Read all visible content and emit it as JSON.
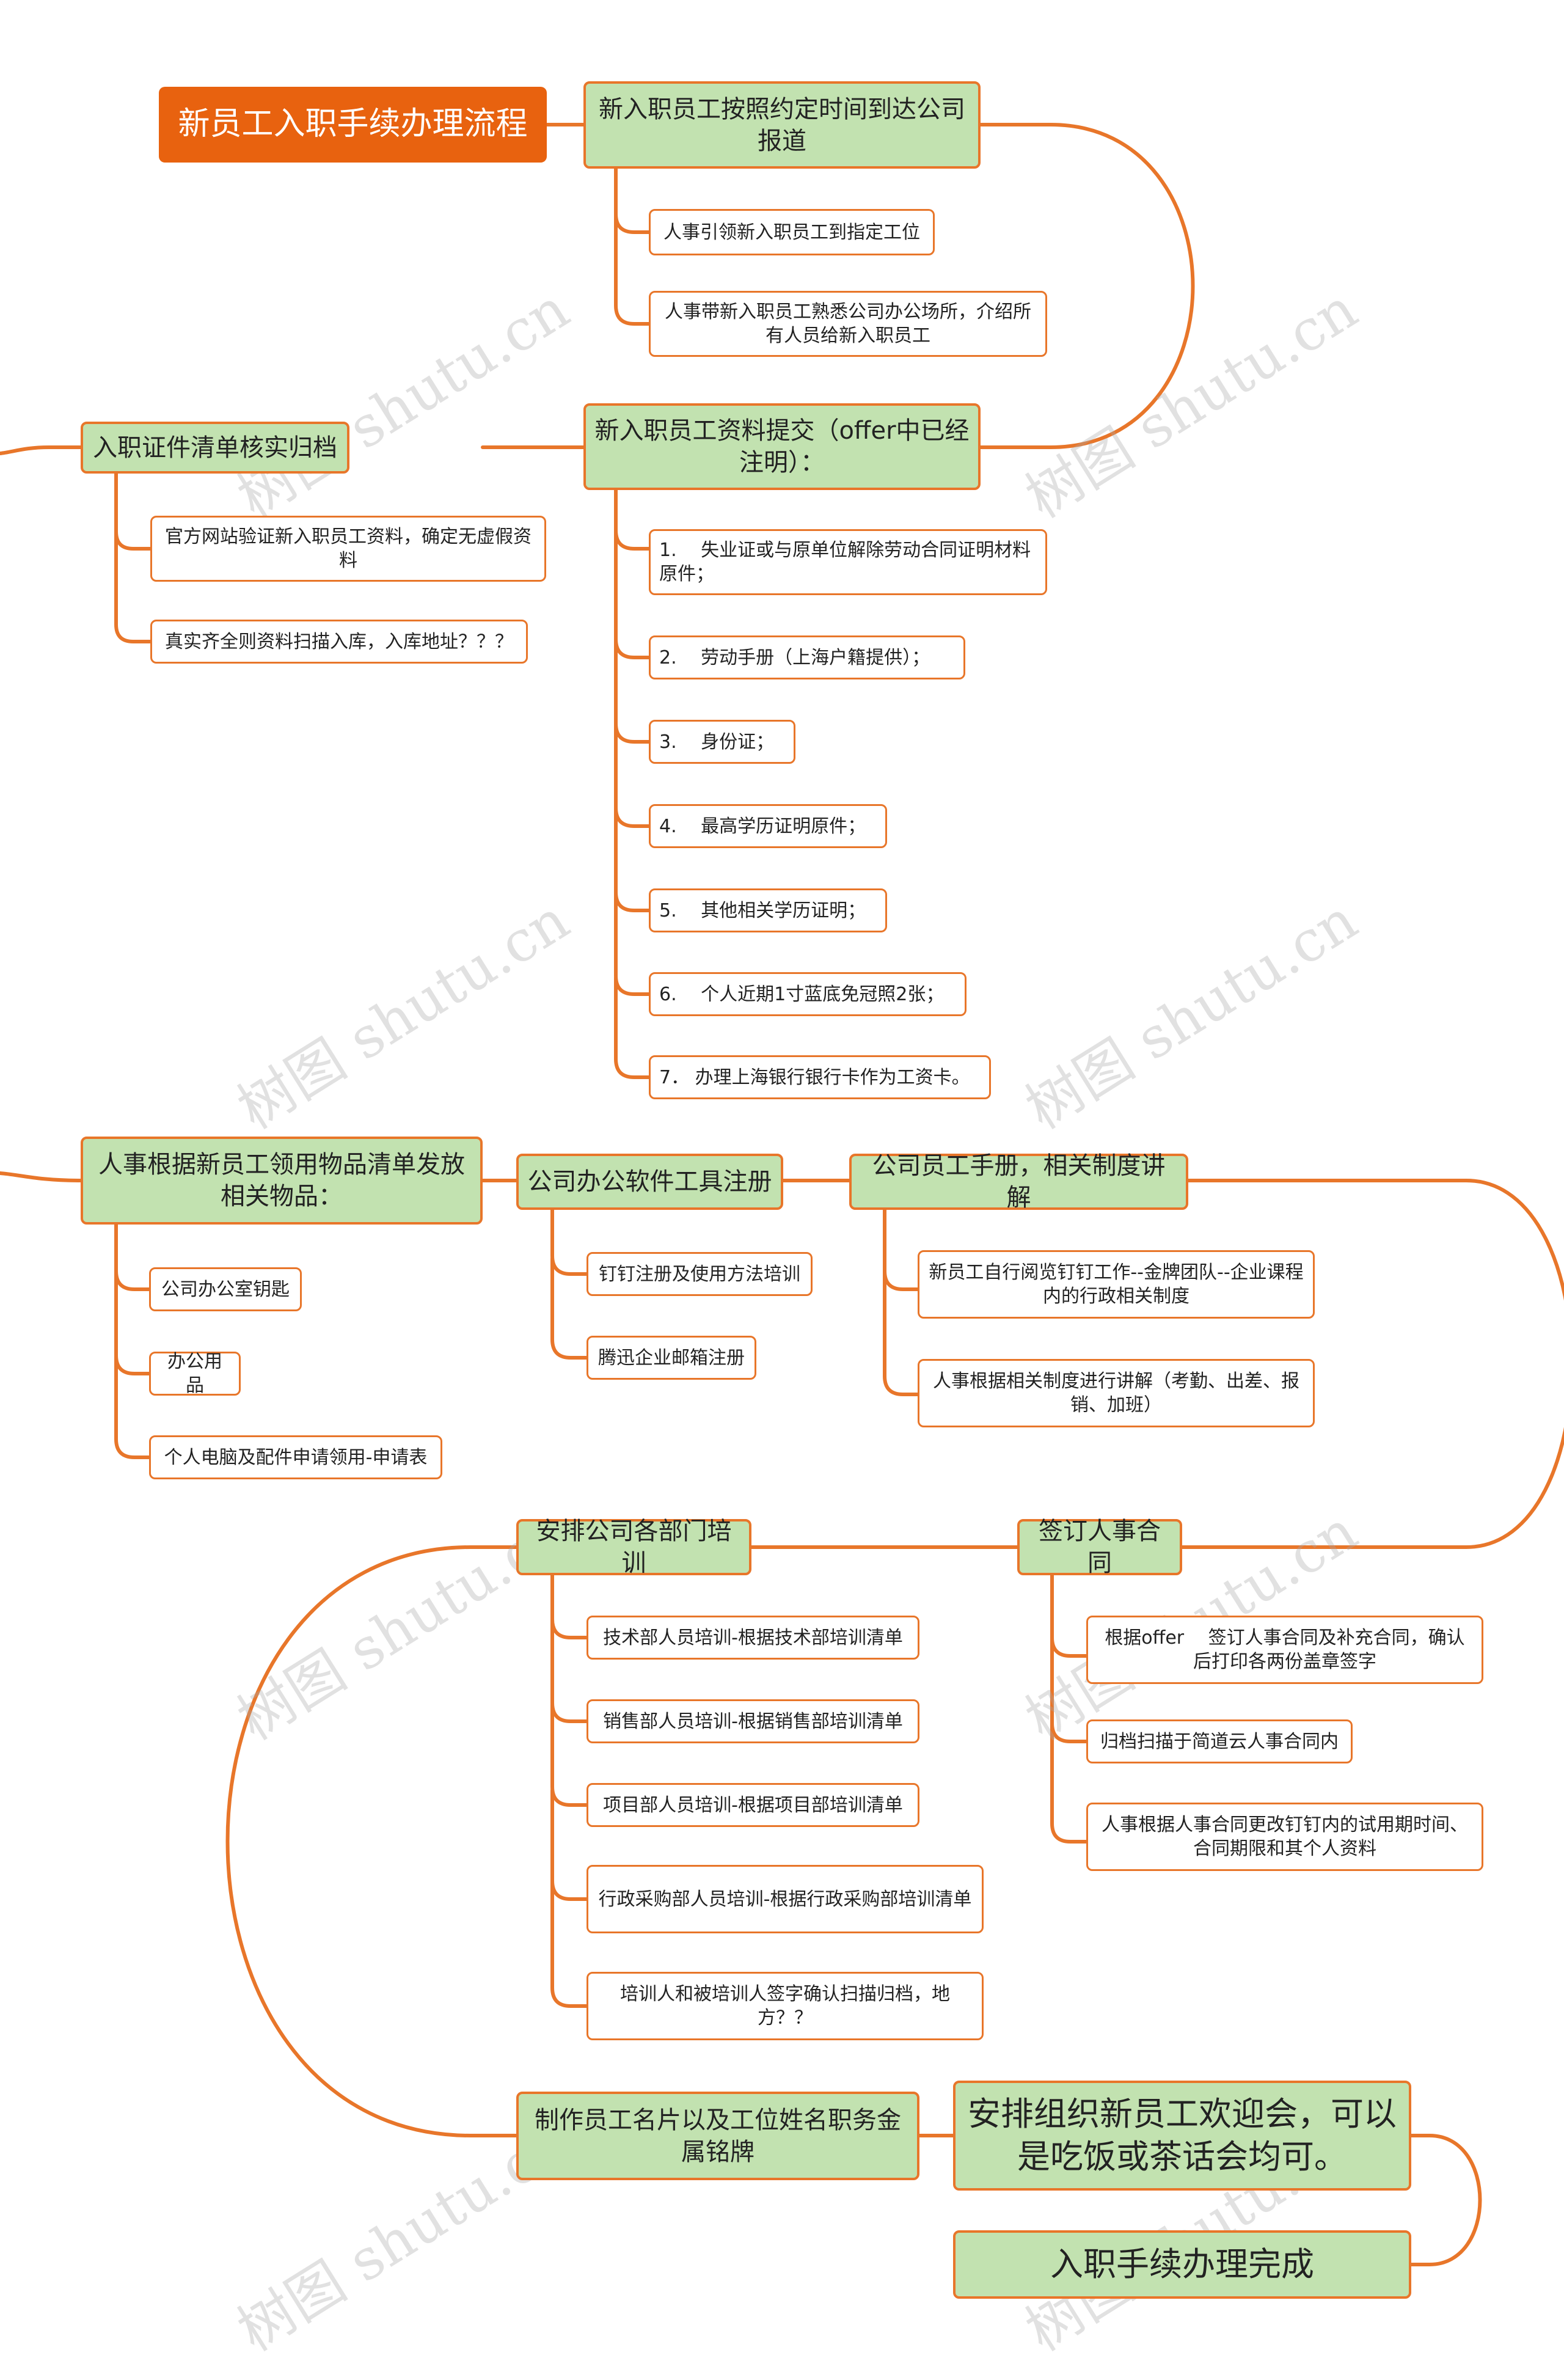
{
  "title": "新员工入职手续办理流程",
  "colors": {
    "accent": "#e8620f",
    "node_fill": "#c2e2b0",
    "line": "#e8762a",
    "text": "#222222"
  },
  "watermark": "树图 shutu.cn",
  "steps": {
    "arrive": {
      "label": "新入职员工按照约定时间到达公司报道",
      "children": [
        "人事引领新入职员工到指定工位",
        "人事带新入职员工熟悉公司办公场所，介绍所有人员给新入职员工"
      ]
    },
    "submit": {
      "label": "新入职员工资料提交（offer中已经注明）：",
      "children": [
        "1.　 失业证或与原单位解除劳动合同证明材料原件；",
        "2.　 劳动手册（上海户籍提供）；",
        "3.　 身份证；",
        "4.　 最高学历证明原件；",
        "5.　 其他相关学历证明；",
        "6.　 个人近期1寸蓝底免冠照2张；",
        "7． 办理上海银行银行卡作为工资卡。"
      ]
    },
    "archive": {
      "label": "入职证件清单核实归档",
      "children": [
        "官方网站验证新入职员工资料，确定无虚假资料",
        "真实齐全则资料扫描入库，入库地址？？？"
      ]
    },
    "supplies": {
      "label": "人事根据新员工领用物品清单发放相关物品：",
      "children": [
        "公司办公室钥匙",
        "办公用品",
        "个人电脑及配件申请领用-申请表"
      ]
    },
    "software": {
      "label": "公司办公软件工具注册",
      "children": [
        "钉钉注册及使用方法培训",
        "腾迅企业邮箱注册"
      ]
    },
    "handbook": {
      "label": "公司员工手册，相关制度讲解",
      "children": [
        "新员工自行阅览钉钉工作--金牌团队--企业课程内的行政相关制度",
        "人事根据相关制度进行讲解（考勤、出差、报销、加班）"
      ]
    },
    "contract": {
      "label": "签订人事合同",
      "children": [
        "根据offer　 签订人事合同及补充合同，确认后打印各两份盖章签字",
        "归档扫描于简道云人事合同内",
        "人事根据人事合同更改钉钉内的试用期时间、合同期限和其个人资料"
      ]
    },
    "training": {
      "label": "安排公司各部门培训",
      "children": [
        "技术部人员培训-根据技术部培训清单",
        "销售部人员培训-根据销售部培训清单",
        "项目部人员培训-根据项目部培训清单",
        "行政采购部人员培训-根据行政采购部培训清单",
        "培训人和被培训人签字确认扫描归档，地方？？"
      ]
    },
    "nameplate": {
      "label": "制作员工名片以及工位姓名职务金属铭牌"
    },
    "welcome": {
      "label": "安排组织新员工欢迎会，可以是吃饭或茶话会均可。"
    },
    "done": {
      "label": "入职手续办理完成"
    }
  }
}
